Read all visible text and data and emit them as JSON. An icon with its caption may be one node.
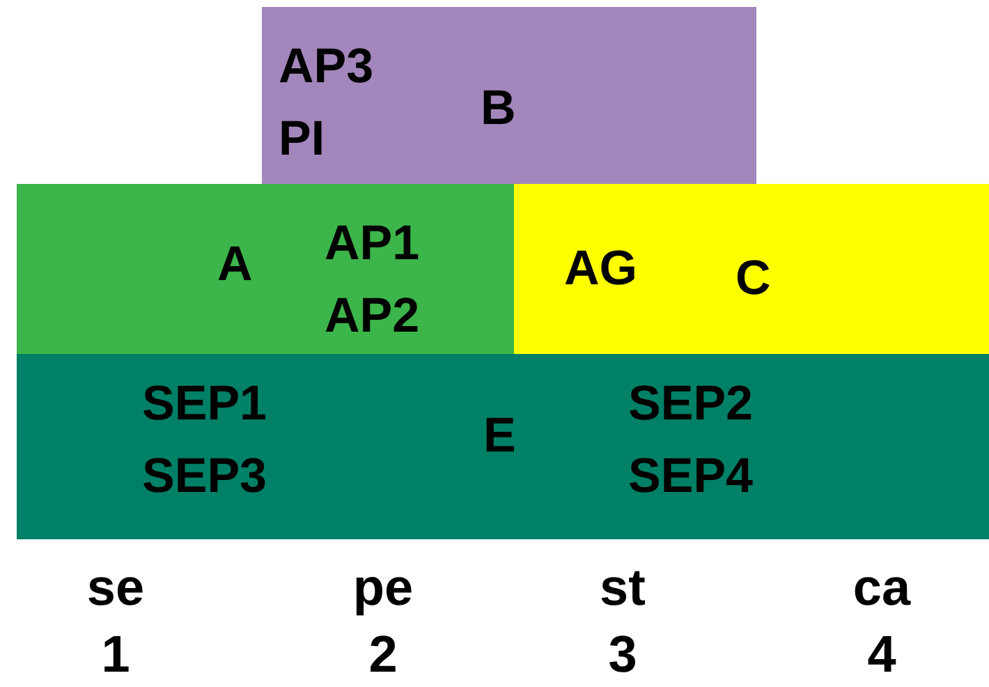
{
  "diagram": {
    "nodes": [
      {
        "text": [
          "AP3 PI",
          "B"
        ]
      },
      {
        "text": [
          "A",
          "AP1 AP2"
        ]
      },
      {
        "text": [
          "AG",
          "C"
        ]
      },
      {
        "text": [
          "SEP1 SEP3",
          "E",
          "SEP2 SEP4"
        ]
      }
    ],
    "labels": [
      "se",
      "pe",
      "st",
      "ca",
      "1",
      "2",
      "3",
      "4"
    ]
  }
}
